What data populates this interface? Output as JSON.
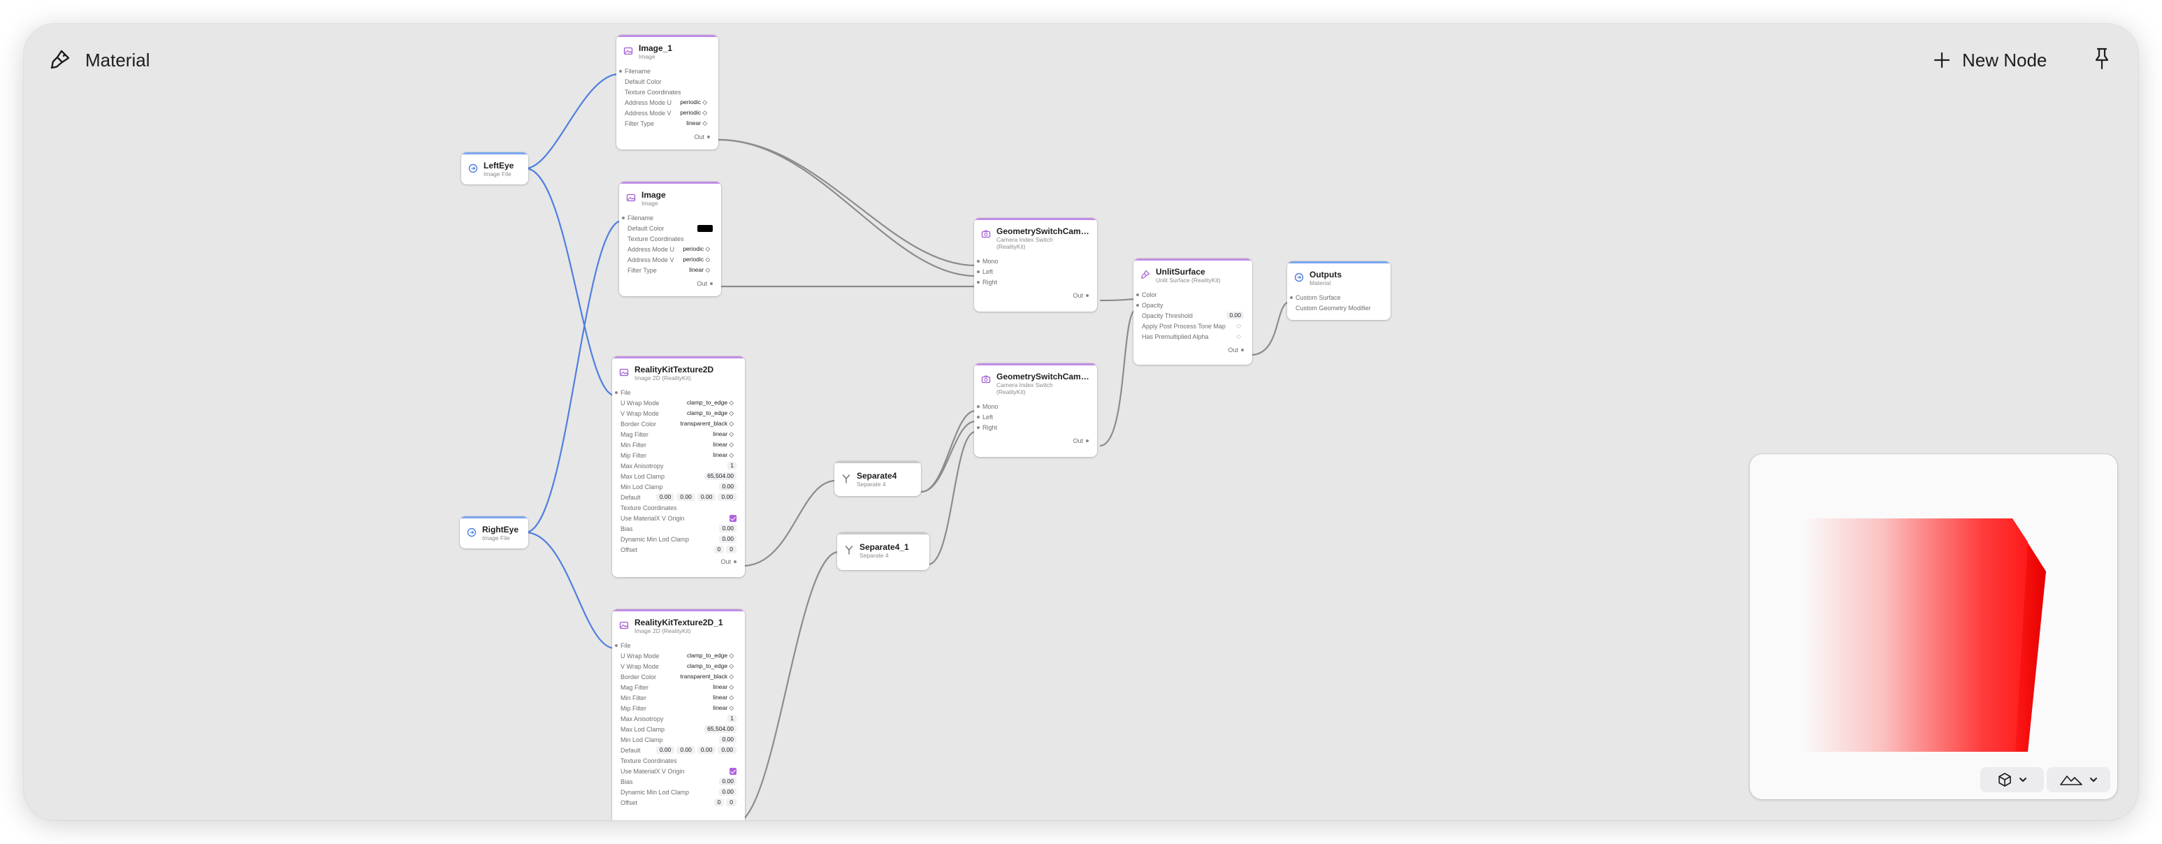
{
  "window": {
    "title": "Material",
    "new_node_label": "New Node"
  },
  "nodes": {
    "lefteye": {
      "title": "LeftEye",
      "subtitle": "Image File"
    },
    "righteye": {
      "title": "RightEye",
      "subtitle": "Image File"
    },
    "image1": {
      "title": "Image_1",
      "subtitle": "Image",
      "rows": [
        "Filename",
        "Default Color",
        "Texture Coordinates",
        "Address Mode U",
        "Address Mode V",
        "Filter Type"
      ],
      "values": [
        "",
        "",
        "",
        "periodic ◇",
        "periodic ◇",
        "linear ◇"
      ],
      "out": "Out"
    },
    "image": {
      "title": "Image",
      "subtitle": "Image",
      "rows": [
        "Filename",
        "Default Color",
        "Texture Coordinates",
        "Address Mode U",
        "Address Mode V",
        "Filter Type"
      ],
      "values": [
        "",
        "",
        "",
        "periodic ◇",
        "periodic ◇",
        "linear ◇"
      ],
      "out": "Out"
    },
    "rktex": {
      "title": "RealityKitTexture2D",
      "subtitle": "Image 2D (RealityKit)",
      "rows": [
        "File",
        "U Wrap Mode",
        "V Wrap Mode",
        "Border Color",
        "Mag Filter",
        "Min Filter",
        "Mip Filter",
        "Max Anisotropy",
        "Max Lod Clamp",
        "Min Lod Clamp",
        "Default",
        "Texture Coordinates",
        "Use MaterialX V Origin",
        "Bias",
        "Dynamic Min Lod Clamp",
        "Offset"
      ],
      "values": [
        "",
        "clamp_to_edge ◇",
        "clamp_to_edge ◇",
        "transparent_black ◇",
        "linear ◇",
        "linear ◇",
        "linear ◇",
        "1",
        "65,504.00",
        "0.00",
        "",
        "",
        "",
        "0.00",
        "0.00",
        ""
      ],
      "default_values": [
        "0.00",
        "0.00",
        "0.00",
        "0.00"
      ],
      "offset_values": [
        "0",
        "0"
      ],
      "out": "Out"
    },
    "rktex1": {
      "title": "RealityKitTexture2D_1",
      "subtitle": "Image 2D (RealityKit)",
      "rows": [
        "File",
        "U Wrap Mode",
        "V Wrap Mode",
        "Border Color",
        "Mag Filter",
        "Min Filter",
        "Mip Filter",
        "Max Anisotropy",
        "Max Lod Clamp",
        "Min Lod Clamp",
        "Default",
        "Texture Coordinates",
        "Use MaterialX V Origin",
        "Bias",
        "Dynamic Min Lod Clamp",
        "Offset"
      ],
      "values": [
        "",
        "clamp_to_edge ◇",
        "clamp_to_edge ◇",
        "transparent_black ◇",
        "linear ◇",
        "linear ◇",
        "linear ◇",
        "1",
        "65,504.00",
        "0.00",
        "",
        "",
        "",
        "0.00",
        "0.00",
        ""
      ],
      "default_values": [
        "0.00",
        "0.00",
        "0.00",
        "0.00"
      ],
      "offset_values": [
        "0",
        "0"
      ]
    },
    "sep4": {
      "title": "Separate4",
      "subtitle": "Separate 4"
    },
    "sep4_1": {
      "title": "Separate4_1",
      "subtitle": "Separate 4"
    },
    "gsw1": {
      "title": "GeometrySwitchCame...",
      "subtitle": "Camera Index Switch (RealityKit)",
      "rows": [
        "Mono",
        "Left",
        "Right"
      ],
      "out": "Out"
    },
    "gsw2": {
      "title": "GeometrySwitchCame...",
      "subtitle": "Camera Index Switch (RealityKit)",
      "rows": [
        "Mono",
        "Left",
        "Right"
      ],
      "out": "Out"
    },
    "unlit": {
      "title": "UnlitSurface",
      "subtitle": "Unlit Surface (RealityKit)",
      "rows": [
        "Color",
        "Opacity",
        "Opacity Threshold",
        "Apply Post Process Tone Map",
        "Has Premultiplied Alpha"
      ],
      "values": [
        "",
        "",
        "0.00",
        "",
        ""
      ],
      "out": "Out"
    },
    "outputs": {
      "title": "Outputs",
      "subtitle": "Material",
      "rows": [
        "Custom Surface",
        "Custom Geometry Modifier"
      ]
    }
  },
  "colors": {
    "accent_image": "#c08ee6",
    "accent_input": "#7aa6f0",
    "wire_blue": "#4f7fe0",
    "wire_gray": "#8c8c8c",
    "preview_red": "#ff1a1a"
  },
  "icons": {
    "title": "paintbrush-icon",
    "new_node": "plus-icon",
    "pin": "pin-icon",
    "preview_shape": "cube-icon",
    "preview_env": "mountains-icon"
  }
}
